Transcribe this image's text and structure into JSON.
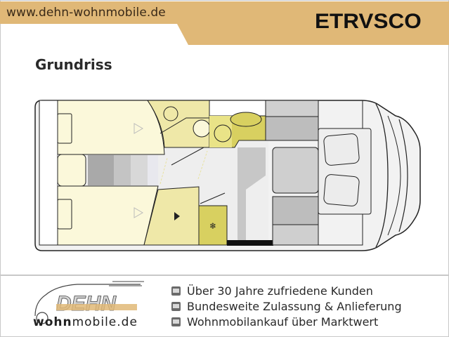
{
  "header": {
    "url": "www.dehn-wohnmobile.de",
    "brand_logo": "ETRVSCO",
    "banner_color": "#e0b877"
  },
  "page": {
    "title": "Grundriss"
  },
  "floorplan": {
    "colors": {
      "bed": "#fbf8da",
      "bath": "#efe8a8",
      "kitchen": "#d8d060",
      "floor": "#eeeeee",
      "seat_gray": "#cfcfcf",
      "cab": "#f2f2f2",
      "outline": "#222222"
    },
    "icons": [
      "hanger-icon",
      "hanger-icon",
      "washbasin-icon",
      "toilet-icon",
      "sink-icon",
      "stove-icon",
      "shower-icon",
      "fridge-icon",
      "driver-seat-icon",
      "passenger-seat-icon",
      "table-icon"
    ]
  },
  "footer": {
    "logo_main": "DEHN",
    "logo_sub_bold": "wohn",
    "logo_sub_rest": "mobile.de",
    "benefits": [
      {
        "icon": "calendar-icon",
        "text": "Über 30 Jahre zufriedene Kunden"
      },
      {
        "icon": "truck-icon",
        "text": "Bundesweite Zulassung & Anlieferung"
      },
      {
        "icon": "document-icon",
        "text": "Wohnmobilankauf über Marktwert"
      }
    ]
  }
}
